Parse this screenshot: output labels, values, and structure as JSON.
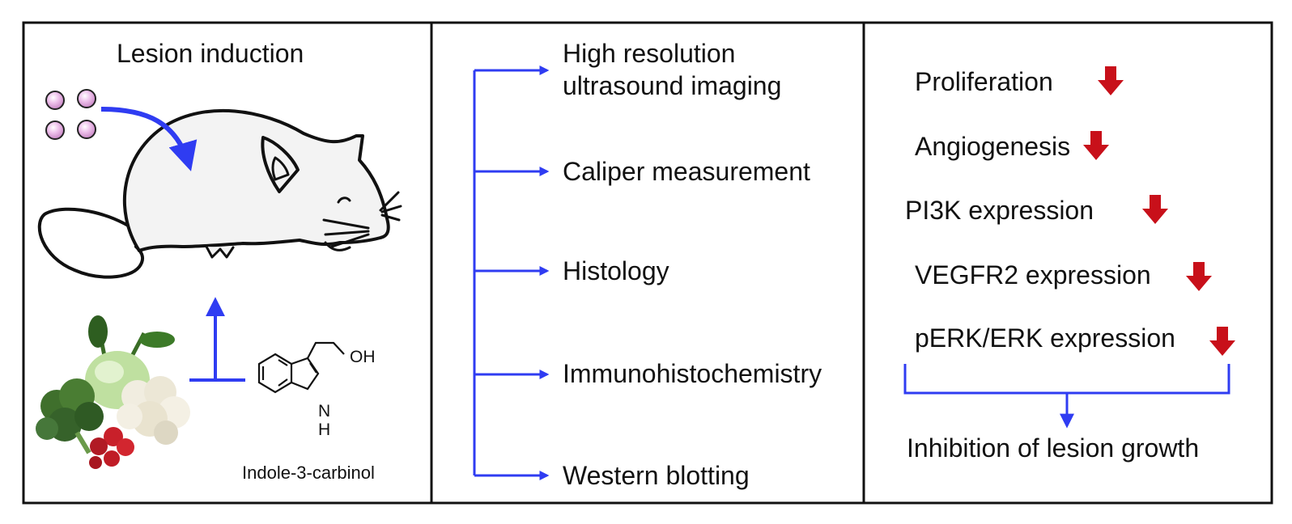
{
  "panel_left": {
    "title": "Lesion induction",
    "compound_name": "Indole-3-carbinol",
    "chem_oh": "OH",
    "chem_n": "N",
    "chem_h": "H"
  },
  "panel_middle": {
    "methods": [
      {
        "label": "High resolution",
        "label2": "ultrasound imaging"
      },
      {
        "label": "Caliper measurement"
      },
      {
        "label": "Histology"
      },
      {
        "label": "Immunohistochemistry"
      },
      {
        "label": "Western blotting"
      }
    ]
  },
  "panel_right": {
    "effects": [
      {
        "label": "Proliferation",
        "direction": "down"
      },
      {
        "label": "Angiogenesis",
        "direction": "down"
      },
      {
        "label": "PI3K expression",
        "direction": "down"
      },
      {
        "label": "VEGFR2 expression",
        "direction": "down"
      },
      {
        "label": "pERK/ERK expression",
        "direction": "down"
      }
    ],
    "conclusion": "Inhibition of lesion growth"
  },
  "colors": {
    "arrow_blue": "#2f3cf2",
    "down_red": "#c8101a",
    "bead_fill": "#e7b0e4",
    "border": "#111111"
  }
}
